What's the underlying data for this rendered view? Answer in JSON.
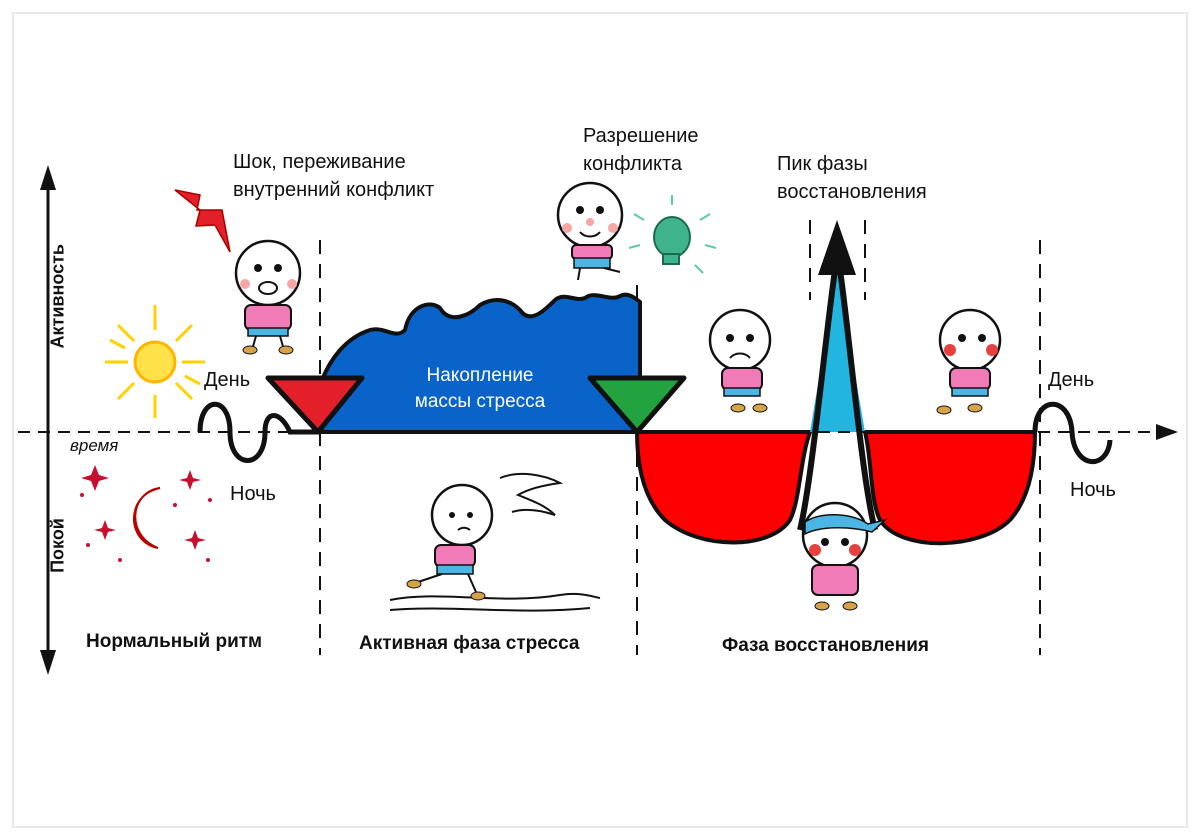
{
  "axes": {
    "y_top": "Активность",
    "y_bottom": "Покой",
    "x_time": "время"
  },
  "labels": {
    "day_left": "День",
    "night_left": "Ночь",
    "day_right": "День",
    "night_right": "Ночь",
    "shock_line1": "Шок, переживание",
    "shock_line2": "внутренний конфликт",
    "resolution_line1": "Разрешение",
    "resolution_line2": "конфликта",
    "peak_line1": "Пик фазы",
    "peak_line2": "восстановления",
    "accumulation_line1": "Накопление",
    "accumulation_line2": "массы стресса"
  },
  "phases": {
    "normal": "Нормальный ритм",
    "active": "Активная фаза стресса",
    "recovery": "Фаза восстановления"
  },
  "colors": {
    "stress_mass": "#0a63c8",
    "recovery_fill": "#ff0000",
    "peak_fill": "#22b5e0",
    "triangle_shock": "#e3202a",
    "triangle_resolution": "#23a33f",
    "sun": "#ffd200",
    "moon": "#e0141f",
    "lightning": "#e3202a",
    "bulb": "#3fb38c",
    "shirt": "#f07bb6",
    "shorts": "#4bb6e3"
  },
  "icons": [
    "sun-icon",
    "moon-icon",
    "stars-icon",
    "lightning-icon",
    "lightbulb-icon"
  ]
}
